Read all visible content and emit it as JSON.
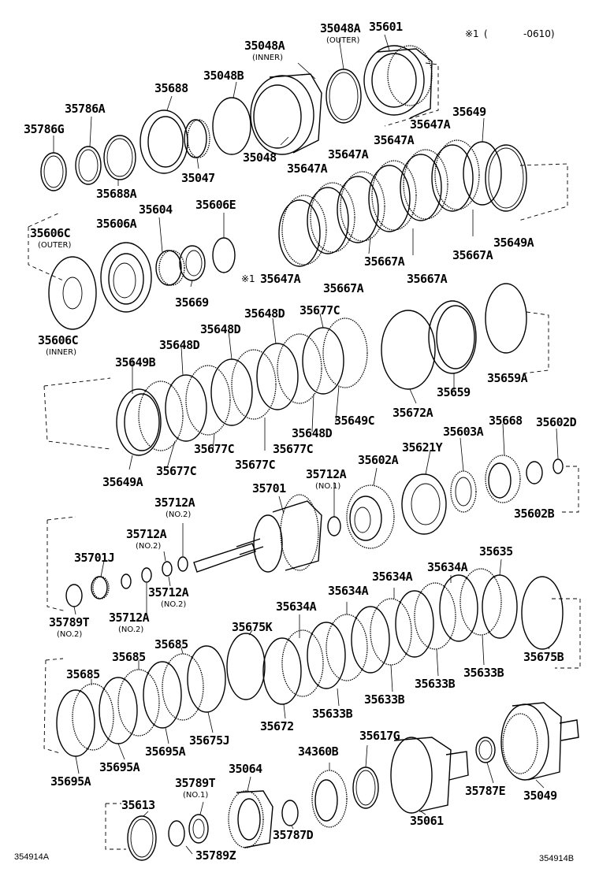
{
  "top_note": {
    "mark": "※1",
    "paren": "(",
    "range": "-0610)"
  },
  "corner_left": "354914A",
  "corner_right": "354914B",
  "callouts": [
    {
      "text": "35048A"
    },
    {
      "text": "(OUTER)"
    },
    {
      "text": "35601"
    },
    {
      "text": "35048A"
    },
    {
      "text": "(INNER)"
    },
    {
      "text": "35688"
    },
    {
      "text": "35048B"
    },
    {
      "text": "35786A"
    },
    {
      "text": "35786G"
    },
    {
      "text": "35649"
    },
    {
      "text": "35647A"
    },
    {
      "text": "35647A"
    },
    {
      "text": "35647A"
    },
    {
      "text": "35647A"
    },
    {
      "text": "35048"
    },
    {
      "text": "35047"
    },
    {
      "text": "35688A"
    },
    {
      "text": "35604"
    },
    {
      "text": "35606E"
    },
    {
      "text": "35606C"
    },
    {
      "text": "(OUTER)"
    },
    {
      "text": "35606A"
    },
    {
      "text": "35649A"
    },
    {
      "text": "35667A"
    },
    {
      "text": "35667A"
    },
    {
      "text": "35667A"
    },
    {
      "text": "35667A"
    },
    {
      "text": "※1"
    },
    {
      "text": "35647A"
    },
    {
      "text": "35669"
    },
    {
      "text": "35606C"
    },
    {
      "text": "(INNER)"
    },
    {
      "text": "35648D"
    },
    {
      "text": "35677C"
    },
    {
      "text": "35648D"
    },
    {
      "text": "35648D"
    },
    {
      "text": "35649B"
    },
    {
      "text": "35659"
    },
    {
      "text": "35659A"
    },
    {
      "text": "35672A"
    },
    {
      "text": "35649C"
    },
    {
      "text": "35648D"
    },
    {
      "text": "35677C"
    },
    {
      "text": "35677C"
    },
    {
      "text": "35677C"
    },
    {
      "text": "35677C"
    },
    {
      "text": "35649A"
    },
    {
      "text": "35603A"
    },
    {
      "text": "35668"
    },
    {
      "text": "35602D"
    },
    {
      "text": "35621Y"
    },
    {
      "text": "35602A"
    },
    {
      "text": "35712A"
    },
    {
      "text": "(NO.1)"
    },
    {
      "text": "35701"
    },
    {
      "text": "35712A"
    },
    {
      "text": "(NO.2)"
    },
    {
      "text": "35602B"
    },
    {
      "text": "35712A"
    },
    {
      "text": "(NO.2)"
    },
    {
      "text": "35701J"
    },
    {
      "text": "35712A"
    },
    {
      "text": "(NO.2)"
    },
    {
      "text": "35789T"
    },
    {
      "text": "(NO.2)"
    },
    {
      "text": "35712A"
    },
    {
      "text": "(NO.2)"
    },
    {
      "text": "35635"
    },
    {
      "text": "35634A"
    },
    {
      "text": "35634A"
    },
    {
      "text": "35634A"
    },
    {
      "text": "35634A"
    },
    {
      "text": "35675K"
    },
    {
      "text": "35685"
    },
    {
      "text": "35685"
    },
    {
      "text": "35685"
    },
    {
      "text": "35675B"
    },
    {
      "text": "35633B"
    },
    {
      "text": "35633B"
    },
    {
      "text": "35633B"
    },
    {
      "text": "35633B"
    },
    {
      "text": "35672"
    },
    {
      "text": "35675J"
    },
    {
      "text": "35695A"
    },
    {
      "text": "35695A"
    },
    {
      "text": "35695A"
    },
    {
      "text": "35617G"
    },
    {
      "text": "34360B"
    },
    {
      "text": "35064"
    },
    {
      "text": "35789T"
    },
    {
      "text": "(NO.1)"
    },
    {
      "text": "35613"
    },
    {
      "text": "35787E"
    },
    {
      "text": "35049"
    },
    {
      "text": "35787D"
    },
    {
      "text": "35061"
    },
    {
      "text": "35789Z"
    }
  ]
}
